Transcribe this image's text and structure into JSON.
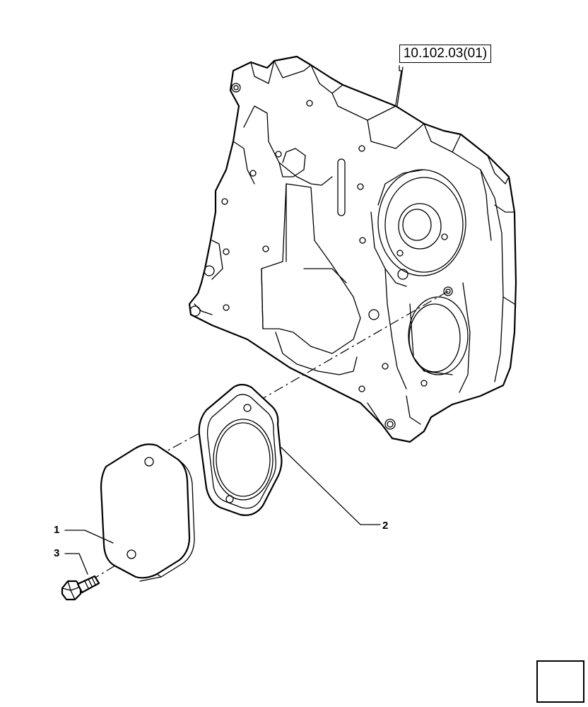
{
  "reference_box": {
    "text": "10.102.03(01)"
  },
  "callouts": [
    {
      "id": "1",
      "label": "1"
    },
    {
      "id": "2",
      "label": "2"
    },
    {
      "id": "3",
      "label": "3"
    }
  ],
  "navigation": {
    "icon": "arrow-next-icon"
  }
}
